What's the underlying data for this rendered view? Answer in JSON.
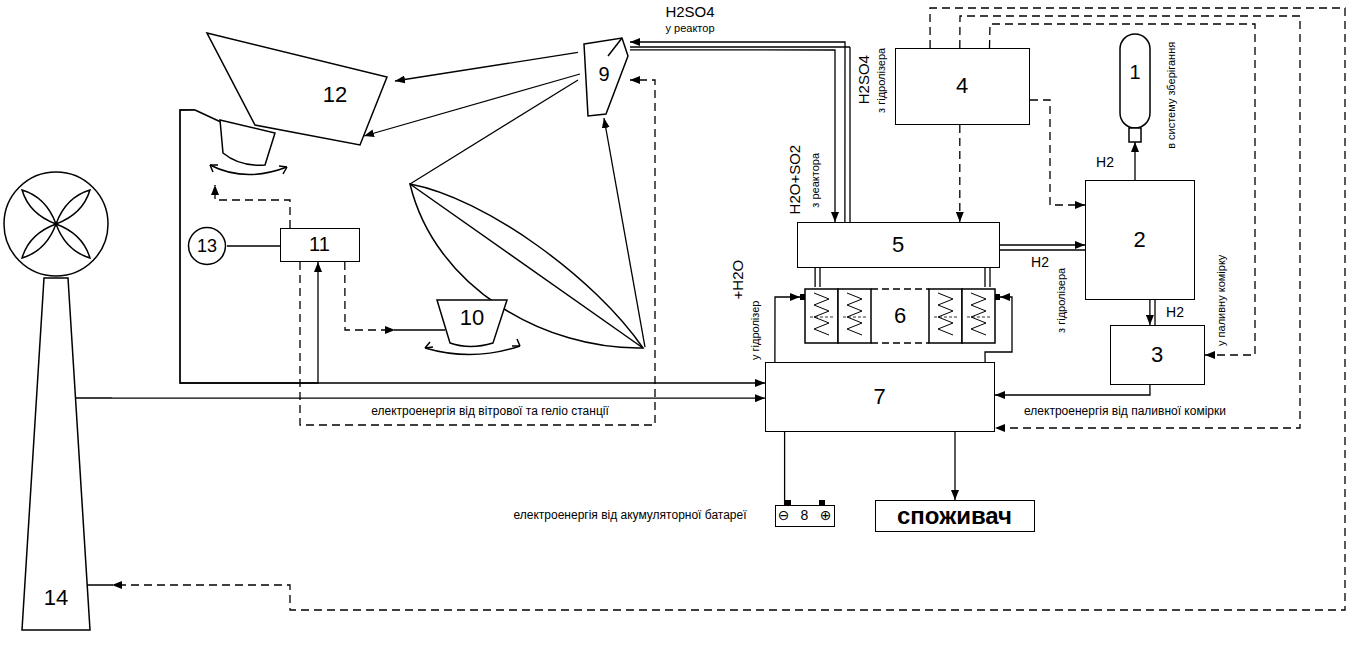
{
  "diagram": {
    "nodes": [
      {
        "text": [
          "1"
        ]
      },
      {
        "text": [
          "2"
        ]
      },
      {
        "text": [
          "3"
        ]
      },
      {
        "text": [
          "4"
        ]
      },
      {
        "text": [
          "5"
        ]
      },
      {
        "text": [
          "6"
        ]
      },
      {
        "text": [
          "7"
        ]
      },
      {
        "text": [
          "8",
          "⊖",
          "⊕"
        ]
      },
      {
        "text": [
          "споживач"
        ]
      },
      {
        "text": [
          "9"
        ]
      },
      {
        "text": [
          "10"
        ]
      },
      {
        "text": [
          "11"
        ]
      },
      {
        "text": [
          "12"
        ]
      },
      {
        "text": [
          "13"
        ]
      },
      {
        "text": [
          "14"
        ]
      }
    ],
    "edges": [
      {
        "from": 1,
        "to": 0,
        "arrow": "to"
      },
      {
        "from": 4,
        "to": 1,
        "arrow": "to"
      },
      {
        "from": 1,
        "to": 2,
        "arrow": "to"
      },
      {
        "from": 3,
        "to": 4,
        "arrow": "to"
      },
      {
        "from": 3,
        "to": 1,
        "arrow": "to"
      },
      {
        "from": 4,
        "to": 5,
        "arrow": "none"
      },
      {
        "from": 4,
        "to": 9,
        "arrow": "to"
      },
      {
        "from": 9,
        "to": 4,
        "arrow": "to"
      },
      {
        "from": 6,
        "to": 5,
        "arrow": "to"
      },
      {
        "from": 6,
        "to": 5,
        "arrow": "to"
      },
      {
        "from": 2,
        "to": 6,
        "arrow": "to"
      },
      {
        "from": 14,
        "to": 6,
        "arrow": "to"
      },
      {
        "from": 12,
        "to": 6,
        "arrow": "to"
      },
      {
        "from": 12,
        "to": 11,
        "arrow": "to"
      },
      {
        "from": 7,
        "to": 6,
        "arrow": "both"
      },
      {
        "from": 6,
        "to": 8,
        "arrow": "to"
      },
      {
        "from": 13,
        "to": 11,
        "arrow": "none"
      },
      {
        "from": 11,
        "to": 12,
        "arrow": "to"
      },
      {
        "from": 11,
        "to": 10,
        "arrow": "to"
      },
      {
        "from": 11,
        "to": 9,
        "arrow": "to"
      },
      {
        "from": 10,
        "to": 9,
        "arrow": "to"
      },
      {
        "from": 9,
        "to": 12,
        "arrow": "to"
      },
      {
        "from": 3,
        "to": 14,
        "arrow": "to"
      },
      {
        "from": 3,
        "to": 6,
        "arrow": "to"
      },
      {
        "from": 3,
        "to": 2,
        "arrow": "to"
      }
    ],
    "labels": [
      "H2SO4",
      "у реактор",
      "H2SO4",
      "з гідролізера",
      "H2O+SO2",
      "з реактора",
      "+H2O",
      "у гідролізер",
      "H2",
      "з гідролізера",
      "H2",
      "в систему зберігання",
      "H2",
      "у паливну комірку",
      "електроенергія від паливної комірки",
      "електроенергія від вітрової та геліо станції",
      "електроенергія від акумуляторної батареї"
    ]
  }
}
